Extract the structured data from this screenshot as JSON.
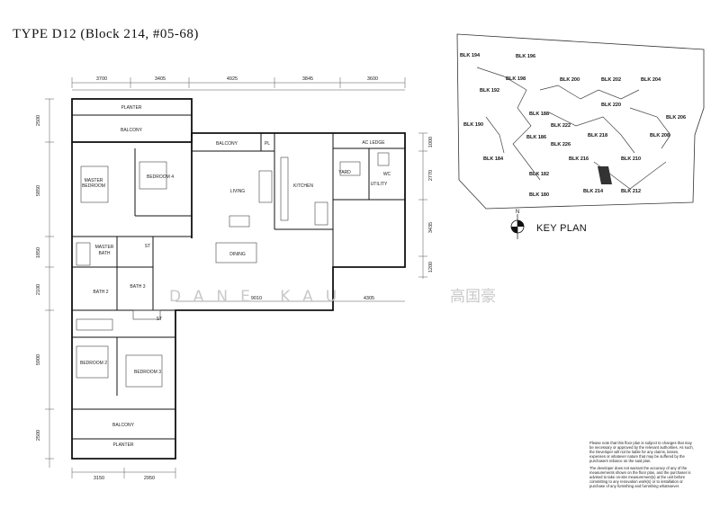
{
  "title": "TYPE D12 (Block 214, #05-68)",
  "dimensions": {
    "top": [
      "3700",
      "3405",
      "4925",
      "3845",
      "3600"
    ],
    "left": [
      "2500",
      "5850",
      "1850",
      "2100",
      "5900",
      "2500"
    ],
    "right": [
      "1000",
      "2770",
      "3435",
      "1200"
    ],
    "bottom": [
      "3150",
      "2950"
    ],
    "middle": [
      "9010",
      "4305"
    ]
  },
  "rooms": {
    "planter_top": "PLANTER",
    "balcony_top": "BALCONY",
    "balcony_mid": "BALCONY",
    "pl": "PL",
    "ac_ledge": "AC LEDGE",
    "master_bedroom_1": "MASTER",
    "master_bedroom_2": "BEDROOM",
    "bedroom4": "BEDROOM 4",
    "living": "LIVING",
    "kitchen": "KITCHEN",
    "yard": "YARD",
    "wc": "WC",
    "utility": "UTILITY",
    "master_bath_1": "MASTER",
    "master_bath_2": "BATH",
    "st1": "ST",
    "dining": "DINING",
    "bath2": "BATH 2",
    "bath3": "BATH 3",
    "st2": "ST",
    "bedroom2": "BEDROOM 2",
    "bedroom3": "BEDROOM 3",
    "balcony_bottom": "BALCONY",
    "planter_bottom": "PLANTER"
  },
  "watermark": {
    "latin": "DANE KAU",
    "chinese": "高国豪"
  },
  "key_plan": {
    "label": "KEY PLAN",
    "north": "N",
    "highlighted_block": "BLK 214",
    "blocks": [
      "BLK 194",
      "BLK 196",
      "BLK 198",
      "BLK 192",
      "BLK 200",
      "BLK 202",
      "BLK 204",
      "BLK 188",
      "BLK 220",
      "BLK 190",
      "BLK 206",
      "BLK 222",
      "BLK 218",
      "BLK 186",
      "BLK 226",
      "BLK 208",
      "BLK 184",
      "BLK 216",
      "BLK 210",
      "BLK 182",
      "BLK 180",
      "BLK 214",
      "BLK 212"
    ]
  },
  "disclaimer": [
    "Please note that this floor plan is subject to changes that may be necessary or approved by the relevant authorities. As such, the Developer will not be liable for any claims, losses, expenses or whatever nature that may be suffered by the purchasers reliance on the said plan.",
    "The developer does not warrant the accuracy of any of the measurements shown on the floor plan, and the purchaser is advised to take on-site measurement(s) at the unit before committing to any renovation work(s) or to installation or purchase of any furnishing and furnishing whatsoever."
  ]
}
